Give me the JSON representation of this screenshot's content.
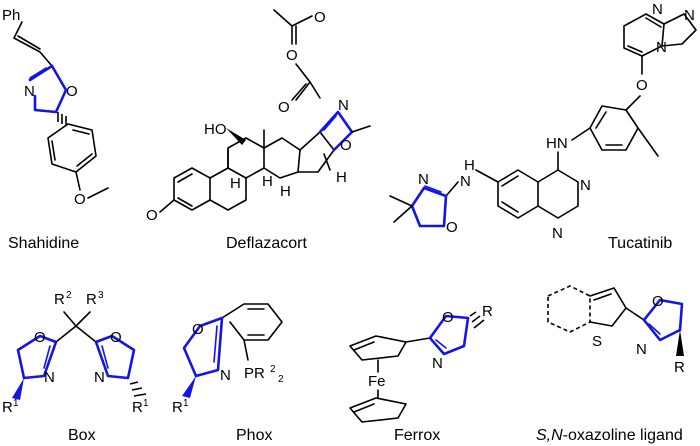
{
  "compounds": [
    {
      "name": "Shahidine"
    },
    {
      "name": "Deflazacort"
    },
    {
      "name": "Tucatinib"
    }
  ],
  "ligands": [
    {
      "name": "Box"
    },
    {
      "name": "Phox"
    },
    {
      "name": "Ferrox"
    },
    {
      "name_prefix": "S,N",
      "name_suffix": "-oxazoline ligand"
    }
  ],
  "atoms": {
    "ph": "Ph",
    "o": "O",
    "n": "N",
    "h": "H",
    "ho": "HO",
    "hn": "HN",
    "s": "S",
    "fe": "Fe",
    "r": "R",
    "r1": "R",
    "pr2": "PR"
  },
  "superscripts": {
    "one": "1",
    "two": "2",
    "three": "3"
  },
  "subscripts": {
    "two": "2"
  },
  "colors": {
    "oxazoline_ring": "#1414e6",
    "bonds": "#000000"
  }
}
